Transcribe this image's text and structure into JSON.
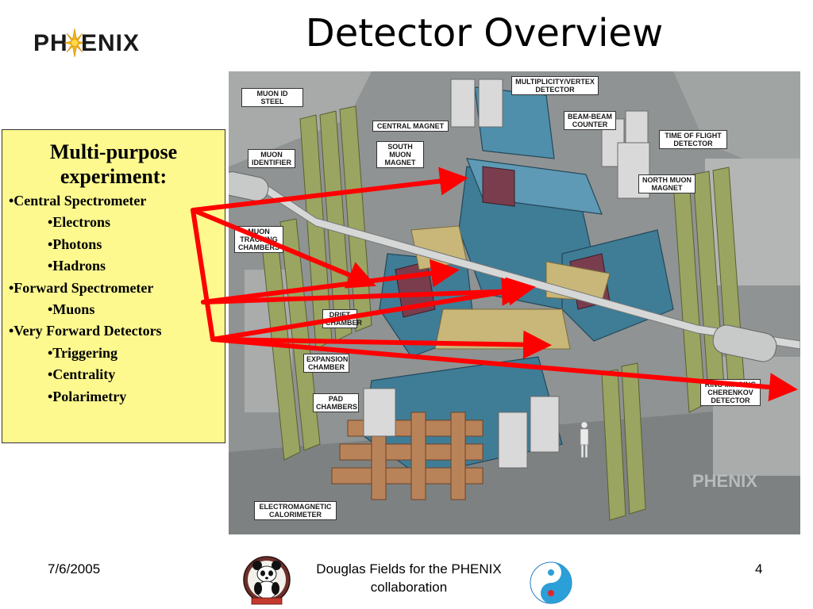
{
  "slide": {
    "title": "Detector Overview",
    "logo": {
      "left_text": "PH",
      "right_text": "ENIX",
      "star_icon": "sun-star-icon"
    }
  },
  "textbox": {
    "heading_line1": "Multi-purpose",
    "heading_line2": "experiment:",
    "items": [
      {
        "level": 1,
        "text": "•Central Spectrometer"
      },
      {
        "level": 2,
        "text": "•Electrons"
      },
      {
        "level": 2,
        "text": "•Photons"
      },
      {
        "level": 2,
        "text": "•Hadrons"
      },
      {
        "level": 1,
        "text": "•Forward Spectrometer"
      },
      {
        "level": 2,
        "text": "•Muons"
      },
      {
        "level": 1,
        "text": "•Very Forward Detectors"
      },
      {
        "level": 2,
        "text": "•Triggering"
      },
      {
        "level": 2,
        "text": "•Centrality"
      },
      {
        "level": 2,
        "text": "•Polarimetry"
      }
    ]
  },
  "diagram": {
    "labels": {
      "muon_id_steel": "MUON ID STEEL",
      "multiplicity_vertex": "MULTIPLICITY/VERTEX DETECTOR",
      "central_magnet": "CENTRAL MAGNET",
      "beam_beam": "BEAM-BEAM COUNTER",
      "time_of_flight": "TIME OF FLIGHT DETECTOR",
      "south_muon_magnet": "SOUTH MUON MAGNET",
      "muon_identifier": "MUON IDENTIFIER",
      "north_muon_magnet": "NORTH MUON MAGNET",
      "muon_tracking": "MUON TRACKING CHAMBERS",
      "drift": "DRIFT CHAMBER",
      "expansion_chamber": "EXPANSION CHAMBER",
      "ring_imaging": "RING IMAGING CHERENKOV DETECTOR",
      "pad_chambers": "PAD CHAMBERS",
      "electromagnetic_calorimeter": "ELECTROMAGNETIC CALORIMETER",
      "watermark": "PHENIX"
    },
    "colors": {
      "background": "#8f9393",
      "blue": "#3f7c96",
      "olive": "#9aa562",
      "tan": "#c9b779",
      "copper": "#b9835a",
      "maroon": "#7a3d4e",
      "arrow": "#ff0000"
    }
  },
  "footer": {
    "date": "7/6/2005",
    "author_line1": "Douglas Fields for the PHENIX",
    "author_line2": "collaboration",
    "page_number": "4"
  }
}
